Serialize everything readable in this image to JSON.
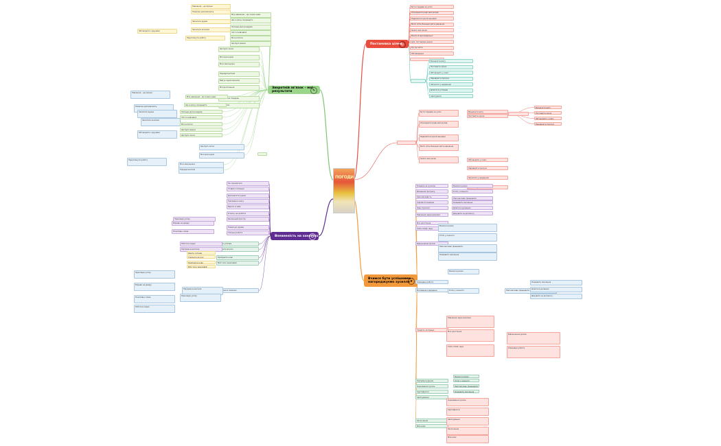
{
  "center": {
    "cover_title": "ПОГОДИ"
  },
  "branches": {
    "goals": {
      "label": "Постановка цілей",
      "color": "#e94b3c",
      "icon": "target-icon"
    },
    "feedback": {
      "label": "Зворотній зв'язок – мої результати",
      "color": "#9bd58a",
      "icon": "speech-icon"
    },
    "confidence": {
      "label": "Впевненість на заняттях",
      "color": "#5f2c91",
      "icon": "people-icon"
    },
    "reward": {
      "label": "Вчимся бути успішними – нагороджуємо зусилля",
      "color": "#f2993b",
      "icon": "trophy-icon"
    }
  },
  "goals_items": [
    "Бути гордими за успіх",
    "Отримувати радісний досвід",
    "Надихатися досягненнями",
    "Мати чітке бачення мети навчання",
    "Знати свої кроки",
    "Вчитися відповідально",
    "Цілі, поставлені разом",
    "Рух до мети",
    "Обговорення"
  ],
  "goals_sub": [
    "Визначити мету",
    "Поставити кроки",
    "Обговорити у класі",
    "Перевіряти прогрес",
    "Записати у щоденник",
    "Ділитися успіхами",
    "Святкувати"
  ],
  "feedback_items": [
    "Моє навчання – що я вже знаю",
    "Що я можу покращити",
    "Питання для роздумів",
    "Чого я навчився",
    "Мої нотатки",
    "Що було важко",
    "Що було легко",
    "Мої кроки далі",
    "Моя самооцінка",
    "Порада вчителя",
    "Відгук однокласника",
    "Мої досягнення",
    "Прогрес за тиждень",
    "Рефлексія"
  ],
  "feedback_notes": [
    "Навчання – це процес",
    "Помилки допомагають",
    "Записати думки",
    "Запитати вчителя",
    "Обговорити з друзями",
    "Переглянути роботу"
  ],
  "confidence_items": [
    "Не соромитися",
    "Ставити питання",
    "Допомагати іншим",
    "Підтримка класу",
    "Вірити в себе",
    "Я можу це зробити",
    "Безпечний простір",
    "Повага до думки",
    "Спільна робота",
    "Радіти успіхам",
    "Говорити вголос",
    "Пробувати нове",
    "Мій голос важливий",
    "Я не боюся помилок"
  ],
  "confidence_notes": [
    "Приклади успіху",
    "Вправи на довіру",
    "Позитивні слова",
    "Робота в парах",
    "Підтримка вчителя"
  ],
  "reward_items": [
    "Похвала за зусилля",
    "Визнання прогресу",
    "Наполегливість",
    "Спроби й помилки",
    "Нові стратегії",
    "Навчання через виклики",
    "Моє зростання",
    "Сила слова «ще»",
    "Відзначення кроків",
    "Командна робота",
    "Мотивація зсередини",
    "Гордість за працю",
    "Підтримка друзів",
    "Оцінювання зусиль",
    "Сертифікати",
    "Святкування",
    "Заохочення",
    "Мій шлях"
  ],
  "reward_sub": [
    "Вчимося разом",
    "Успіх у кожного",
    "Наполегливо працювати",
    "Розвивати мислення",
    "Ділитися досвідом",
    "Дякувати за допомогу"
  ]
}
